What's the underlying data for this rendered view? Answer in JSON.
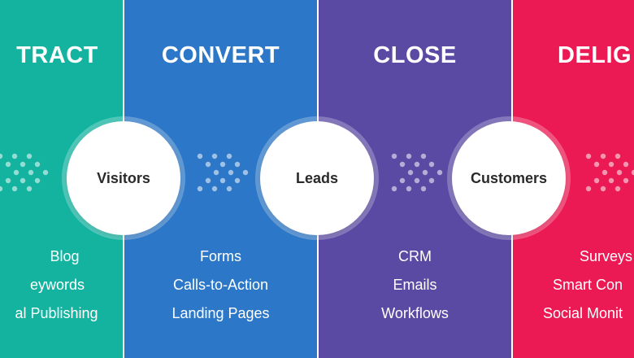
{
  "stages": [
    {
      "title": "TRACT",
      "color": "#13b3a0",
      "items": [
        "Blog",
        "eywords",
        "al Publishing"
      ]
    },
    {
      "title": "CONVERT",
      "color": "#2c77c7",
      "items": [
        "Forms",
        "Calls-to-Action",
        "Landing Pages"
      ]
    },
    {
      "title": "CLOSE",
      "color": "#5b4aa4",
      "items": [
        "CRM",
        "Emails",
        "Workflows"
      ]
    },
    {
      "title": "DELIG",
      "color": "#ec1a54",
      "items": [
        "Surveys",
        "Smart Con",
        "Social Monit"
      ]
    }
  ],
  "transitions": [
    "Visitors",
    "Leads",
    "Customers"
  ],
  "icons": {
    "arrow": "dotted-chevron-arrow-icon"
  }
}
